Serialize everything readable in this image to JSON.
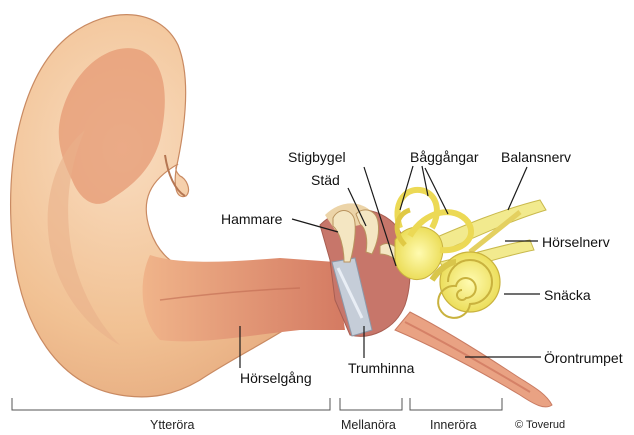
{
  "labels": {
    "stigbygel": "Stigbygel",
    "baggangar": "Båggångar",
    "balansnerv": "Balansnerv",
    "stad": "Städ",
    "hammare": "Hammare",
    "horselnerv": "Hörselnerv",
    "snacka": "Snäcka",
    "orontrumpet": "Örontrumpet",
    "trumhinna": "Trumhinna",
    "horselgang": "Hörselgång"
  },
  "sections": {
    "ytteroera": "Ytteröra",
    "mellanoera": "Mellanöra",
    "inneroera": "Inneröra"
  },
  "credit": "© Toverud",
  "colors": {
    "skin": "#f3c9a0",
    "skin_shadow": "#d8845e",
    "canal": "#d9866a",
    "middle_ear": "#c97b6b",
    "bone": "#f2e2b8",
    "labyrinth": "#f6ef6a",
    "nerve": "#efe58a"
  }
}
